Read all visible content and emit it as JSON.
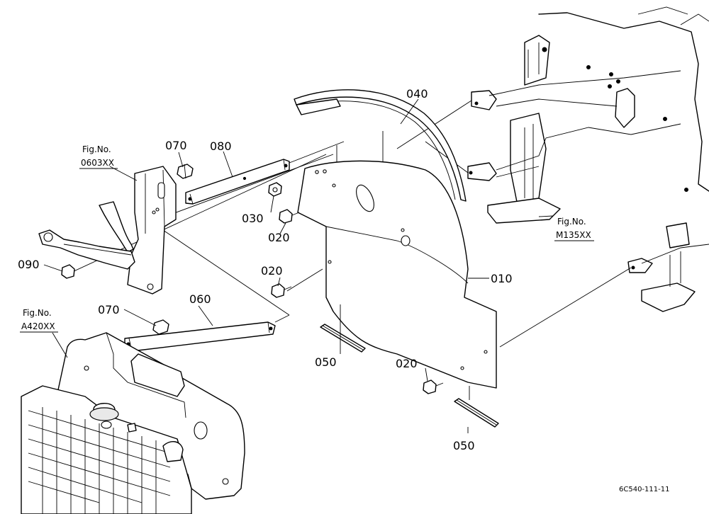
{
  "callouts": {
    "p040": "040",
    "p070_top": "070",
    "p080": "080",
    "p030": "030",
    "p020_a": "020",
    "p020_b": "020",
    "p010": "010",
    "p090": "090",
    "p070_bottom": "070",
    "p060": "060",
    "p050_left": "050",
    "p020_c": "020",
    "p050_right": "050"
  },
  "fig_refs": {
    "f0603_title": "Fig.No.",
    "f0603_code": "0603XX",
    "fa420_title": "Fig.No.",
    "fa420_code": "A420XX",
    "fm135_title": "Fig.No.",
    "fm135_code": "M135XX"
  },
  "drawing_code": "6C540-111-11"
}
